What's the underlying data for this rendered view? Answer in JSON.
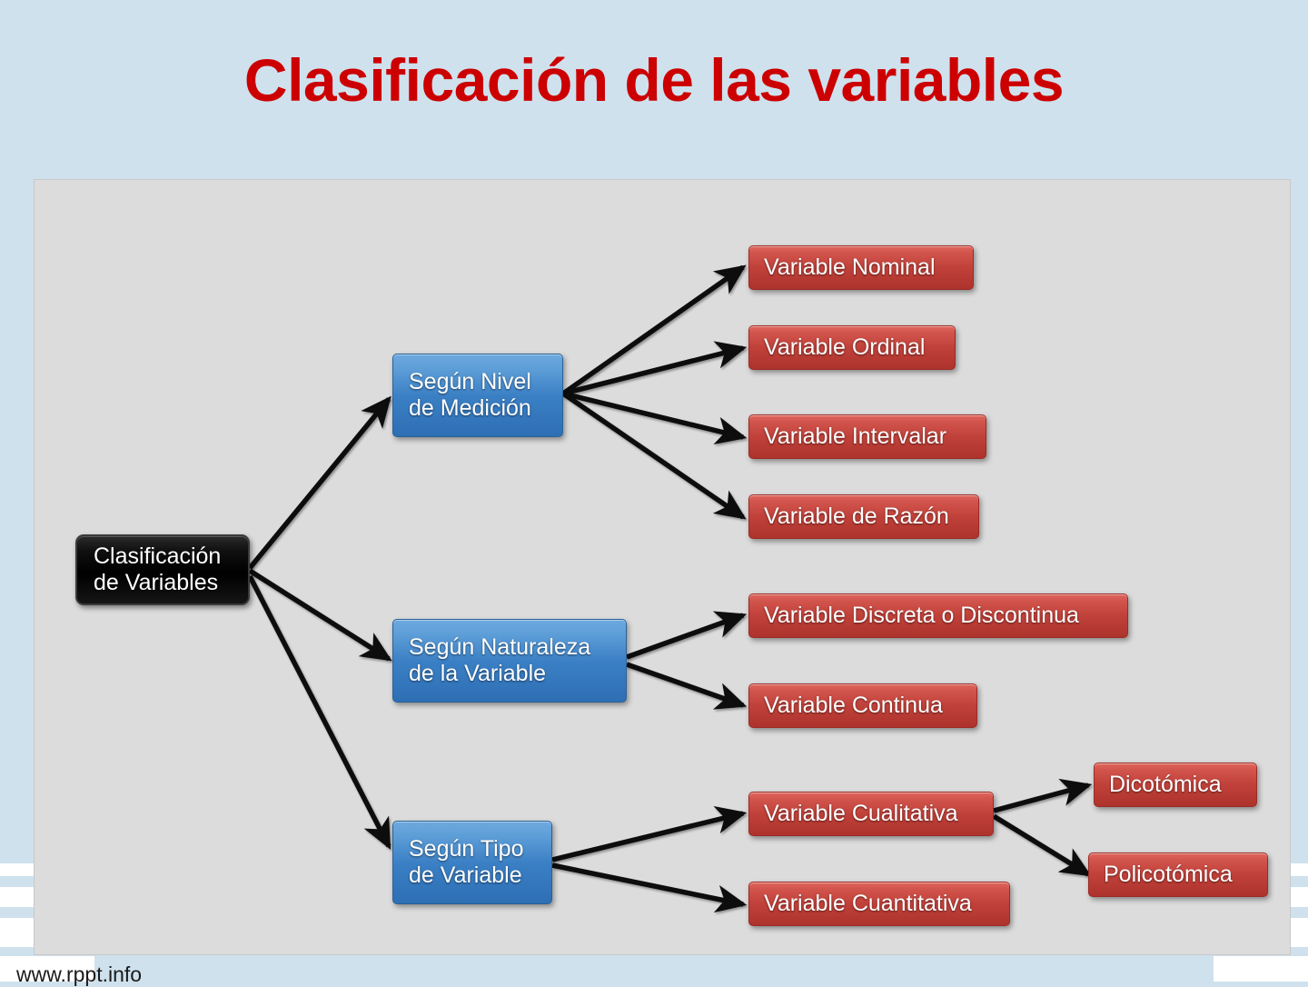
{
  "slide": {
    "title": "Clasificación de las variables",
    "footer": "www.rppt.info",
    "background_color": "#cfe1ed",
    "title_color": "#cc0000",
    "canvas_color": "#dcdcdc"
  },
  "diagram": {
    "type": "tree",
    "root": {
      "label": "Clasificación\nde Variables",
      "color": "#000000"
    },
    "branches": [
      {
        "label": "Según Nivel\nde Medición",
        "color": "#3a7fc4",
        "children": [
          {
            "label": "Variable Nominal",
            "color": "#c0413a"
          },
          {
            "label": "Variable Ordinal",
            "color": "#c0413a"
          },
          {
            "label": "Variable Intervalar",
            "color": "#c0413a"
          },
          {
            "label": "Variable de Razón",
            "color": "#c0413a"
          }
        ]
      },
      {
        "label": "Según Naturaleza\nde la Variable",
        "color": "#3a7fc4",
        "children": [
          {
            "label": "Variable Discreta o Discontinua",
            "color": "#c0413a"
          },
          {
            "label": "Variable Continua",
            "color": "#c0413a"
          }
        ]
      },
      {
        "label": "Según Tipo\nde Variable",
        "color": "#3a7fc4",
        "children": [
          {
            "label": "Variable Cualitativa",
            "color": "#c0413a",
            "children": [
              {
                "label": "Dicotómica",
                "color": "#c0413a"
              },
              {
                "label": "Policotómica",
                "color": "#c0413a"
              }
            ]
          },
          {
            "label": "Variable Cuantitativa",
            "color": "#c0413a"
          }
        ]
      }
    ]
  }
}
